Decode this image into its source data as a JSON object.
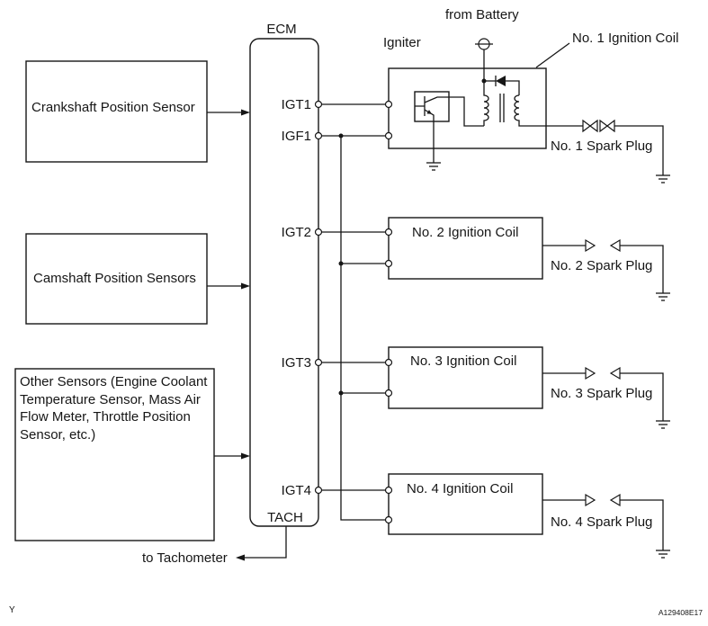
{
  "ecm": {
    "label": "ECM",
    "pins": {
      "igt1": "IGT1",
      "igf1": "IGF1",
      "igt2": "IGT2",
      "igt3": "IGT3",
      "igt4": "IGT4",
      "tach": "TACH"
    }
  },
  "sensors": {
    "crankshaft": "Crankshaft Position Sensor",
    "camshaft": "Camshaft Position Sensors",
    "other_lines": [
      "Other Sensors (Engine Coolant",
      "Temperature Sensor, Mass Air",
      "Flow Meter, Throttle Position",
      "Sensor, etc.)"
    ]
  },
  "igniter": {
    "label": "Igniter",
    "power_source": "from Battery"
  },
  "ignition_coils": [
    "No. 1 Ignition Coil",
    "No. 2 Ignition Coil",
    "No. 3 Ignition Coil",
    "No. 4 Ignition Coil"
  ],
  "spark_plugs": [
    "No. 1 Spark Plug",
    "No. 2 Spark Plug",
    "No. 3 Spark Plug",
    "No. 4 Spark Plug"
  ],
  "tachometer": "to Tachometer",
  "footer": {
    "mark": "Y",
    "figure_id": "A129408E17"
  }
}
